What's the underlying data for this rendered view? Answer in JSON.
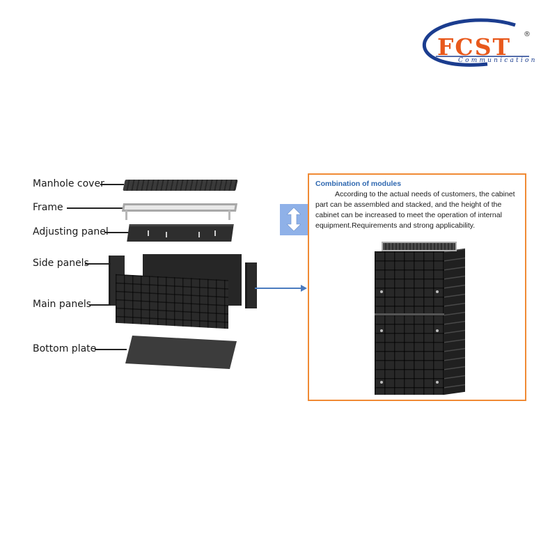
{
  "logo": {
    "name": "FCST",
    "subtitle": "Communication",
    "registered": "®",
    "colors": {
      "text": "#e8591c",
      "swoosh": "#1b3d8f"
    }
  },
  "diagram": {
    "labels": [
      {
        "id": "manhole-cover",
        "text": "Manhole cover"
      },
      {
        "id": "frame",
        "text": "Frame"
      },
      {
        "id": "adjusting-panel",
        "text": "Adjusting panel"
      },
      {
        "id": "side-panels",
        "text": "Side panels"
      },
      {
        "id": "main-panels",
        "text": "Main panels"
      },
      {
        "id": "bottom-plate",
        "text": "Bottom plate"
      }
    ],
    "icons": {
      "stack_arrow": "up-down-arrow-icon",
      "connector": "right-arrow-icon"
    },
    "colors": {
      "connector": "#4a7bbf",
      "stack_box": "#8fb1e8",
      "panel_border": "#f08a34",
      "title": "#2f68b0"
    }
  },
  "info_panel": {
    "title": "Combination of modules",
    "body": "According to the actual needs of customers, the cabinet part can be assembled and stacked, and the height of the cabinet can be increased to meet the operation of internal equipment.Requirements and strong applicability."
  }
}
